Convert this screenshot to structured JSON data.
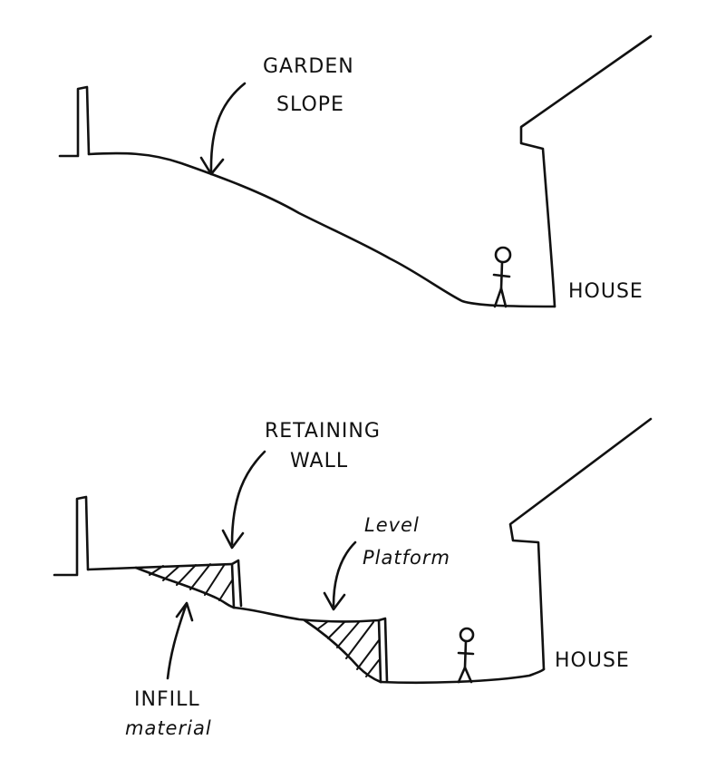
{
  "top_section": {
    "label_line1": "GARDEN",
    "label_line2": "SLOPE",
    "house_label": "HOUSE"
  },
  "bottom_section": {
    "retaining_line1": "RETAINING",
    "retaining_line2": "WALL",
    "level_line1": "Level",
    "level_line2": "Platform",
    "infill_line1": "INFILL",
    "infill_line2": "material",
    "house_label": "HOUSE"
  },
  "colors": {
    "ink": "#111111",
    "paper": "#ffffff"
  }
}
